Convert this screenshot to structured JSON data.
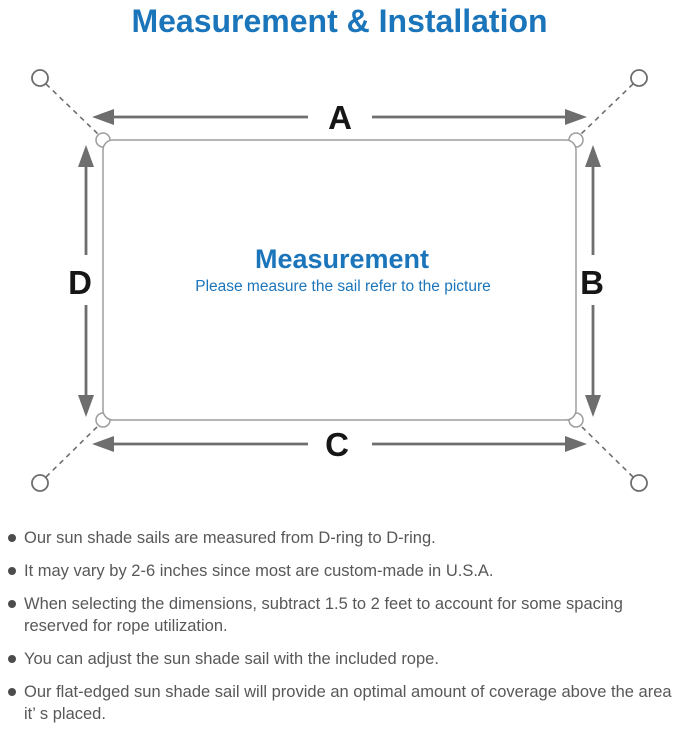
{
  "title": "Measurement & Installation",
  "colors": {
    "accent": "#1b75bb",
    "diagram_line": "#6e6e6e",
    "sail_stroke": "#9d9d9d",
    "label": "#161616",
    "body_text": "#58585a"
  },
  "diagram": {
    "labels": {
      "top": "A",
      "right": "B",
      "bottom": "C",
      "left": "D"
    },
    "center_title": "Measurement",
    "center_subtitle": "Please measure the sail refer to the picture"
  },
  "notes": [
    "Our sun shade sails are measured from D-ring to D-ring.",
    "It may vary by 2-6 inches since most are custom-made in U.S.A.",
    "When selecting the dimensions, subtract 1.5 to 2 feet to account for some spacing reserved for rope utilization.",
    "You can adjust the sun shade sail with the included rope.",
    "Our flat-edged sun shade sail will provide an optimal amount of coverage above the area it’ s placed."
  ]
}
